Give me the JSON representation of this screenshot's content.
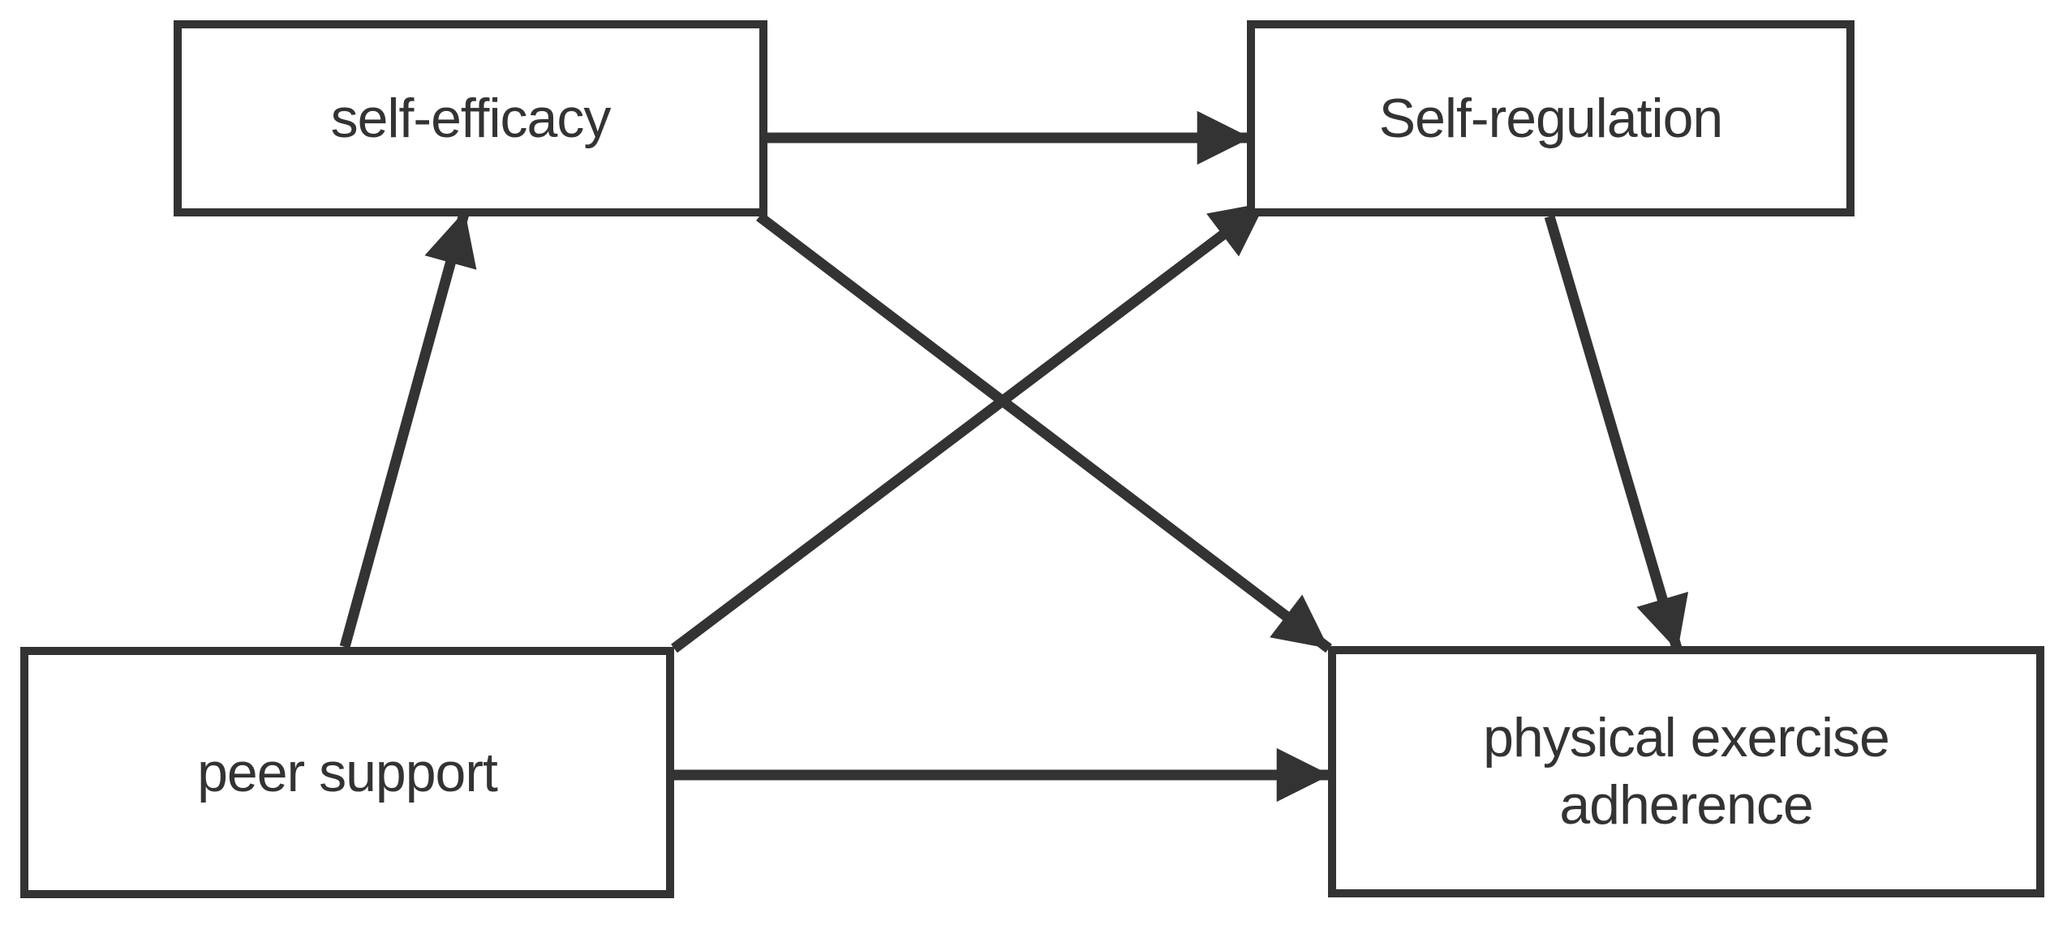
{
  "diagram": {
    "background_color": "#ffffff",
    "line_color": "#333333",
    "text_color": "#333333",
    "nodes": [
      {
        "id": "self_efficacy",
        "label": "self-efficacy"
      },
      {
        "id": "self_regulation",
        "label": "Self-regulation"
      },
      {
        "id": "peer_support",
        "label": "peer support"
      },
      {
        "id": "physical_exercise_adherence",
        "label": "physical exercise adherence",
        "lines": [
          "physical exercise",
          "adherence"
        ]
      }
    ],
    "edges": [
      {
        "from": "self_efficacy",
        "to": "self_regulation"
      },
      {
        "from": "peer_support",
        "to": "self_efficacy"
      },
      {
        "from": "peer_support",
        "to": "self_regulation"
      },
      {
        "from": "self_efficacy",
        "to": "physical_exercise_adherence"
      },
      {
        "from": "peer_support",
        "to": "physical_exercise_adherence"
      },
      {
        "from": "self_regulation",
        "to": "physical_exercise_adherence"
      }
    ]
  }
}
